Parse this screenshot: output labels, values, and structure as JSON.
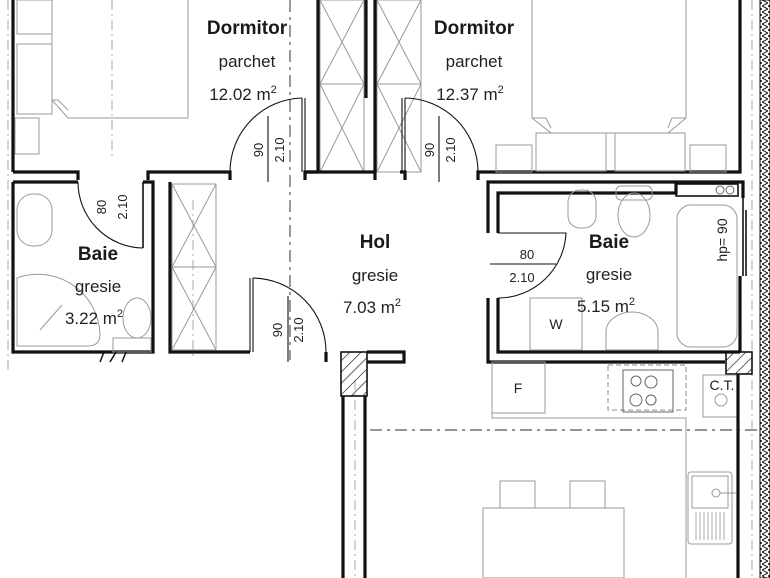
{
  "plan": {
    "rooms": [
      {
        "id": "dormitor-1",
        "name": "Dormitor",
        "floor": "parchet",
        "area": "12.02 m",
        "area_sup": "2"
      },
      {
        "id": "dormitor-2",
        "name": "Dormitor",
        "floor": "parchet",
        "area": "12.37 m",
        "area_sup": "2"
      },
      {
        "id": "baie-1",
        "name": "Baie",
        "floor": "gresie",
        "area": "3.22 m",
        "area_sup": "2"
      },
      {
        "id": "hol",
        "name": "Hol",
        "floor": "gresie",
        "area": "7.03 m",
        "area_sup": "2"
      },
      {
        "id": "baie-2",
        "name": "Baie",
        "floor": "gresie",
        "area": "5.15 m",
        "area_sup": "2"
      }
    ],
    "doors": [
      {
        "id": "door-dormitor-1",
        "width": "90",
        "height": "2.10"
      },
      {
        "id": "door-dormitor-2",
        "width": "90",
        "height": "2.10"
      },
      {
        "id": "door-baie-1",
        "width": "80",
        "height": "2.10"
      },
      {
        "id": "door-hol",
        "width": "90",
        "height": "2.10"
      },
      {
        "id": "door-baie-2",
        "width": "80",
        "height": "2.10"
      }
    ],
    "labels": {
      "bathtub": "hp= 90",
      "washer": "W",
      "fridge": "F",
      "boiler": "C.T."
    }
  }
}
